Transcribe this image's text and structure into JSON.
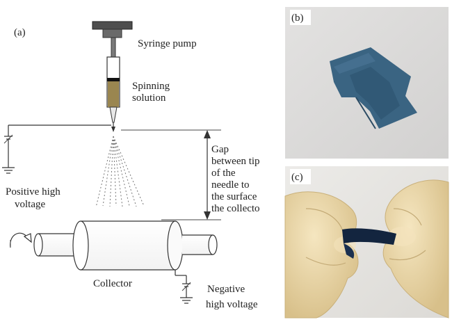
{
  "panels": {
    "a": "(a)",
    "b": "(b)",
    "c": "(c)"
  },
  "labels": {
    "syringe_pump": "Syringe pump",
    "spinning_solution": [
      "Spinning",
      "solution"
    ],
    "positive_voltage": [
      "Positive high",
      "voltage"
    ],
    "gap": [
      "Gap",
      "between tip",
      "of the",
      "needle to",
      "the surface",
      "the collecto"
    ],
    "collector": "Collector",
    "negative_voltage": [
      "Negative",
      "high voltage"
    ]
  },
  "colors": {
    "solution": "#9a8650",
    "mat": "#3a6482",
    "glove": "#ead6a5",
    "strip": "#13253f"
  }
}
